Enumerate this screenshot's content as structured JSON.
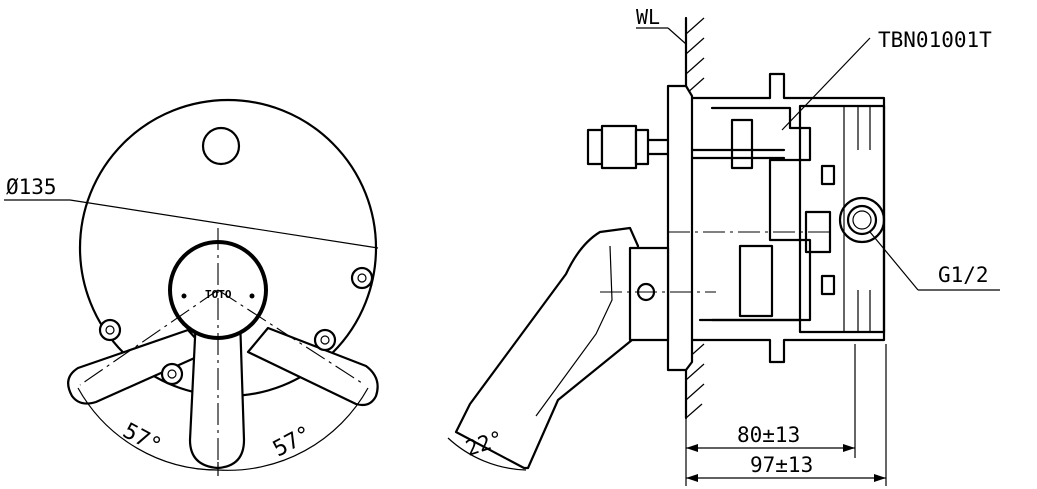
{
  "labels": {
    "diameter": "Ø135",
    "angle_left": "57°",
    "angle_right": "57°",
    "angle_handle": "22°",
    "wall_line": "WL",
    "part_number": "TBN01001T",
    "thread": "G1/2",
    "dim_inner": "80±13",
    "dim_outer": "97±13"
  },
  "logo": "TOTO"
}
